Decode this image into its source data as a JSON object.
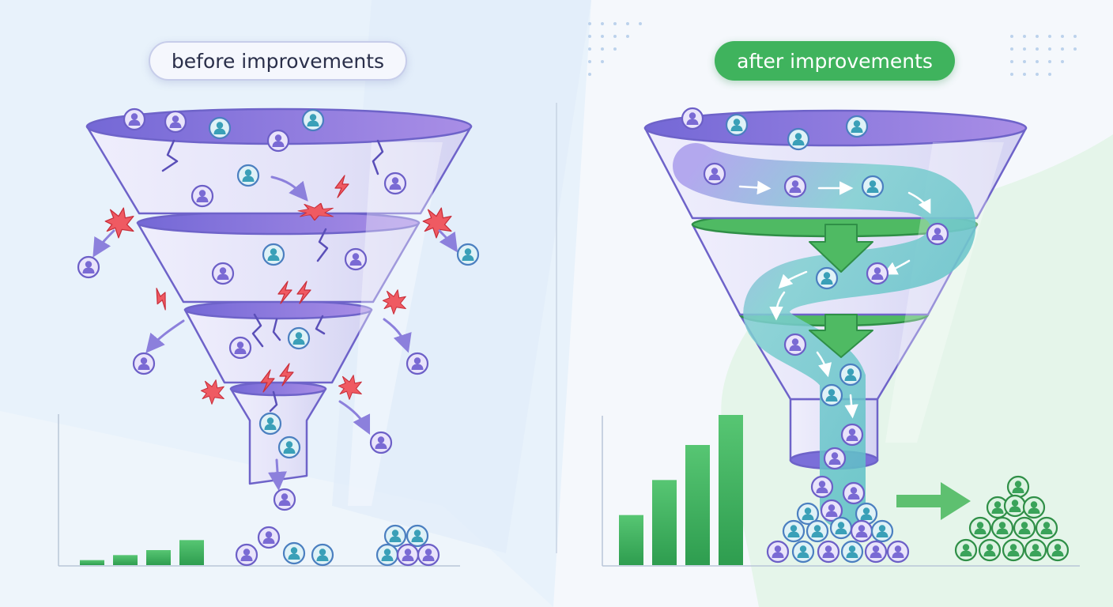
{
  "panels": {
    "before": {
      "label": "before improvements"
    },
    "after": {
      "label": "after improvements"
    }
  },
  "chart_data": [
    {
      "type": "bar",
      "panel": "before improvements",
      "values": [
        1,
        2,
        3,
        5
      ]
    },
    {
      "type": "bar",
      "panel": "after improvements",
      "values": [
        10,
        17,
        24,
        30
      ]
    }
  ],
  "colors": {
    "accent_green": "#3fb35d",
    "funnel_purple": "#8a7be0",
    "flow_teal": "#5cc0c8",
    "alert_red": "#e8474f"
  },
  "icons": [
    "user-icon",
    "lightning-icon",
    "crack-icon",
    "leak-arrow-icon",
    "flow-arrow-icon",
    "green-arrow-icon"
  ]
}
